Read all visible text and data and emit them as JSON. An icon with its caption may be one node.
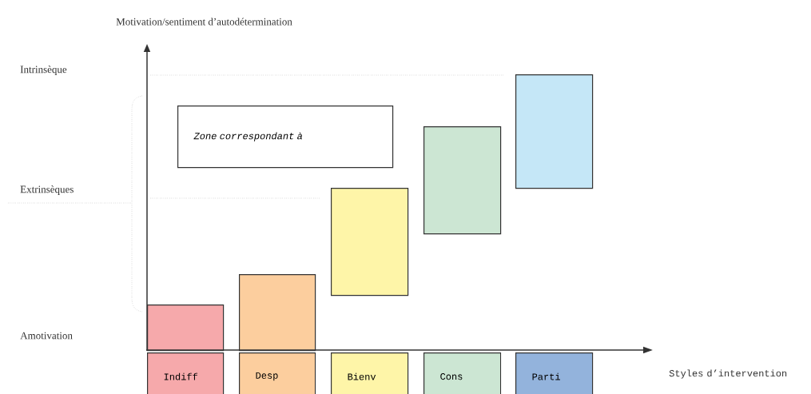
{
  "diagram": {
    "nodes": [
      {
        "text": [
          "Zone correspondant à"
        ]
      },
      {
        "text": [],
        "shape": "bar"
      },
      {
        "text": [],
        "shape": "bar"
      },
      {
        "text": [],
        "shape": "bar"
      },
      {
        "text": [],
        "shape": "bar"
      },
      {
        "text": [],
        "shape": "bar"
      },
      {
        "text": [
          "Indiff"
        ]
      },
      {
        "text": [
          "Desp"
        ]
      },
      {
        "text": [
          "Bienv"
        ]
      },
      {
        "text": [
          "Cons"
        ]
      },
      {
        "text": [
          "Parti"
        ]
      }
    ],
    "labels": [
      "Motivation/sentiment d’autodétermination",
      "Intrinsèque",
      "Extrinsèques",
      "Amotivation",
      "Styles d’intervention"
    ]
  }
}
